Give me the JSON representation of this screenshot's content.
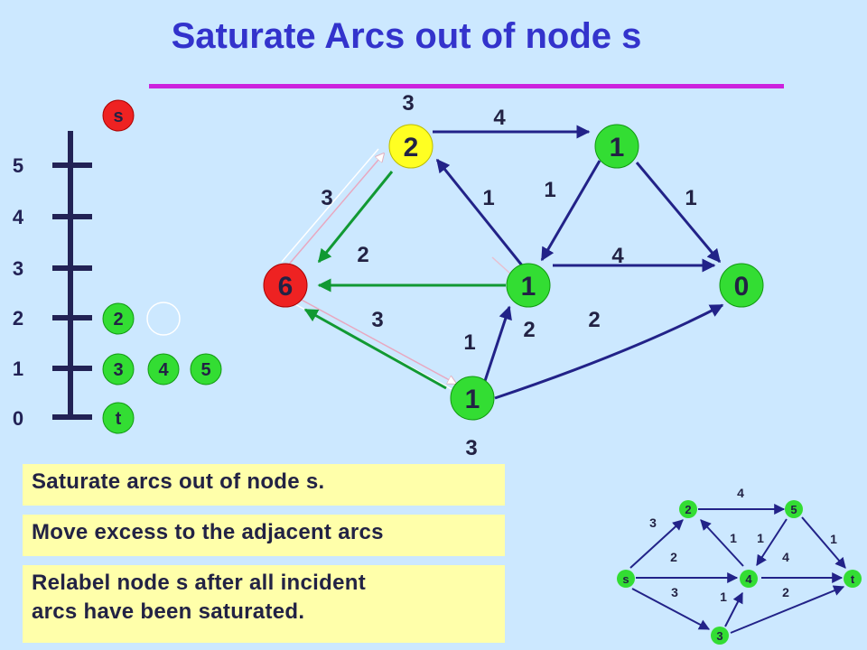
{
  "title": "Saturate Arcs out of node s",
  "colors": {
    "background": "#cce8ff",
    "title": "#3333cc",
    "rule": "#cc22dd",
    "node_green": "#33dd33",
    "node_red": "#ee2222",
    "node_yellow": "#ffff22",
    "arc_dark": "#222288",
    "arc_pushed": "#119933",
    "textbox": "#ffffaa"
  },
  "scale": {
    "ticks": [
      "5",
      "4",
      "3",
      "2",
      "1",
      "0"
    ],
    "top_node": "s",
    "row2_nodes": [
      "2"
    ],
    "row1_nodes": [
      "3",
      "4",
      "5"
    ],
    "bottom_node": "t"
  },
  "graph": {
    "nodes": {
      "s": {
        "value": "6",
        "label_above": "",
        "label_below": ""
      },
      "n2": {
        "value": "2",
        "label_above": "3",
        "label_below": ""
      },
      "n3": {
        "value": "1",
        "label_above": "",
        "label_below": "3"
      },
      "n4": {
        "value": "1",
        "label_above": "",
        "label_below": ""
      },
      "n5": {
        "value": "1",
        "label_above": "",
        "label_below": ""
      },
      "t": {
        "value": "0",
        "label_above": "",
        "label_below": ""
      }
    },
    "arc_labels": {
      "n2_n5": "4",
      "s_n2": "3",
      "n4_n2": "1",
      "n5_n4": "1",
      "n5_t": "1",
      "n2_s": "2",
      "n4_t": "4",
      "s_n3": "3",
      "n3_n4": "1",
      "n4_s": "2",
      "n3_t": "2"
    }
  },
  "texts": {
    "line1": "Saturate arcs out of node s.",
    "line2": "Move excess to the adjacent arcs",
    "line3a": "Relabel node s after all incident",
    "line3b": "arcs have been saturated."
  },
  "mini": {
    "nodes": {
      "s": "s",
      "n2": "2",
      "n3": "3",
      "n4": "4",
      "n5": "5",
      "t": "t"
    },
    "labels": {
      "n2_n5": "4",
      "s_n2": "3",
      "n4_n2": "1",
      "n5_n4": "1",
      "n5_t": "1",
      "s_n4": "2",
      "n4_t": "4",
      "s_n3": "3",
      "n3_n4": "1",
      "n3_t": "2"
    }
  }
}
